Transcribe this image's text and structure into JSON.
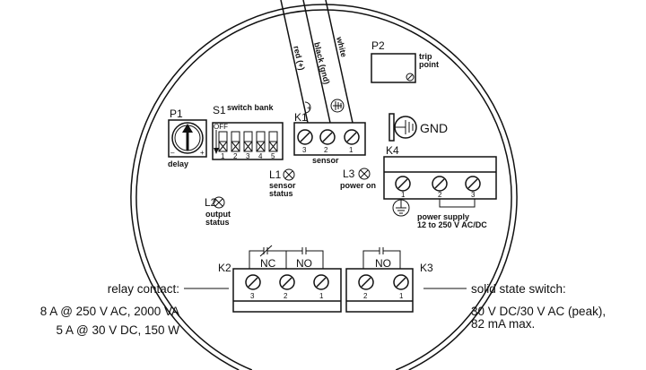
{
  "wires": {
    "red": "red (+)",
    "black": "black (gnd)",
    "white": "white"
  },
  "p1": {
    "label": "P1",
    "caption": "delay",
    "minus": "–",
    "plus": "+"
  },
  "s1": {
    "label": "S1",
    "title": "switch bank",
    "off": "OFF",
    "numbers": [
      "1",
      "2",
      "3",
      "4",
      "5"
    ]
  },
  "k1": {
    "label": "K1",
    "numbers": [
      "3",
      "2",
      "1"
    ],
    "caption": "sensor"
  },
  "p2": {
    "label": "P2",
    "caption_line1": "trip",
    "caption_line2": "point"
  },
  "gnd": {
    "label": "GND"
  },
  "k4": {
    "label": "K4",
    "numbers": [
      "1",
      "2",
      "3"
    ],
    "caption_line1": "power supply",
    "caption_line2": "12 to 250 V AC/DC"
  },
  "l1": {
    "label": "L1",
    "caption_line1": "sensor",
    "caption_line2": "status"
  },
  "l2": {
    "label": "L2",
    "caption_line1": "output",
    "caption_line2": "status"
  },
  "l3": {
    "label": "L3",
    "caption": "power on"
  },
  "k2": {
    "label": "K2",
    "numbers": [
      "3",
      "2",
      "1"
    ],
    "nc": "NC",
    "no": "NO"
  },
  "k3": {
    "label": "K3",
    "numbers": [
      "2",
      "1"
    ],
    "no": "NO"
  },
  "relay": {
    "title": "relay contact:",
    "line1": "8 A @ 250 V AC, 2000 VA",
    "line2": "5 A @ 30 V DC, 150 W"
  },
  "solid_state": {
    "title": "solid state switch:",
    "line1": "30 V DC/30 V AC (peak),",
    "line2": "82 mA max."
  }
}
